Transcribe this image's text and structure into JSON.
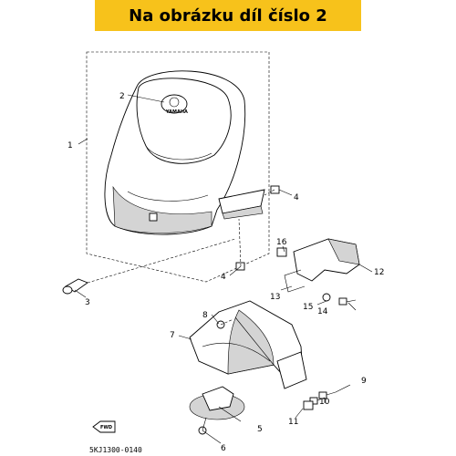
{
  "banner": {
    "text": "Na obrázku díl číslo 2"
  },
  "diagram": {
    "callouts": [
      "1",
      "2",
      "3",
      "4",
      "4",
      "5",
      "6",
      "7",
      "8",
      "9",
      "10",
      "11",
      "12",
      "13",
      "14",
      "15",
      "16"
    ],
    "logo_text": "YAMAHA",
    "fwd_text": "FWD",
    "drawing_code": "5KJ1300-0140"
  },
  "colors": {
    "banner": "#f7c21b",
    "shade": "#d4d4d4"
  }
}
